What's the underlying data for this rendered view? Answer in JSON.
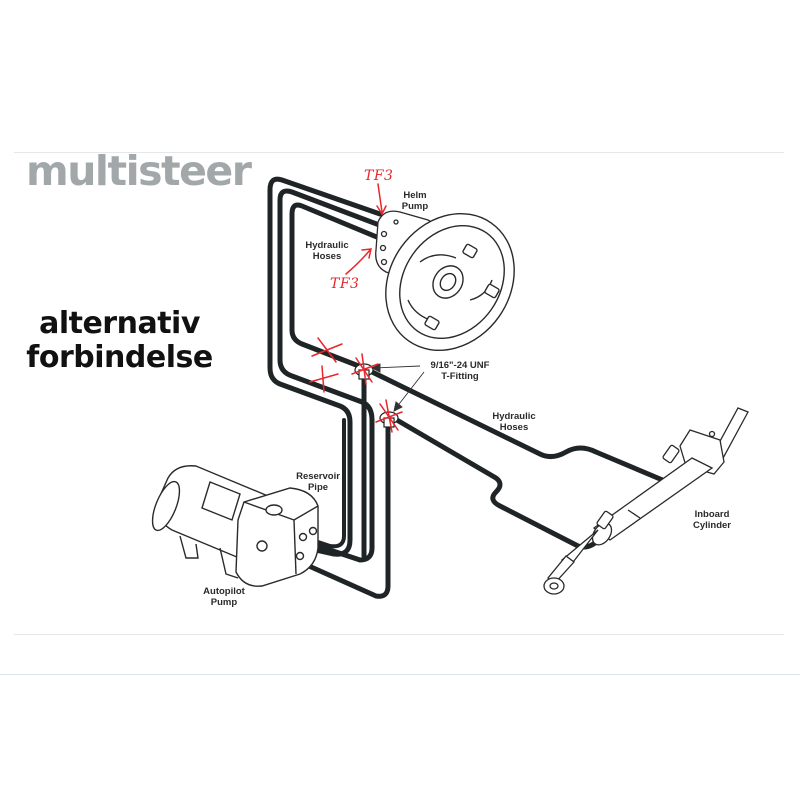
{
  "brand": {
    "logo_text": "multisteer",
    "logo_color": "#a2a8aa"
  },
  "annotation": {
    "line1": "alternativ",
    "line2": "forbindelse"
  },
  "labels": {
    "helm_pump": "Helm\nPump",
    "hydraulic_hoses_top": "Hydraulic\nHoses",
    "t_fitting": "9/16\"-24 UNF\nT-Fitting",
    "hydraulic_hoses_right": "Hydraulic\nHoses",
    "reservoir_pipe": "Reservoir\nPipe",
    "autopilot_pump": "Autopilot\nPump",
    "inboard_cylinder": "Inboard\nCylinder"
  },
  "red_marks": {
    "tf3_top": "TF3",
    "tf3_bottom": "TF3",
    "color": "#e8262c"
  },
  "colors": {
    "hose": "#1f2527",
    "outline": "#333333",
    "background": "#ffffff"
  }
}
